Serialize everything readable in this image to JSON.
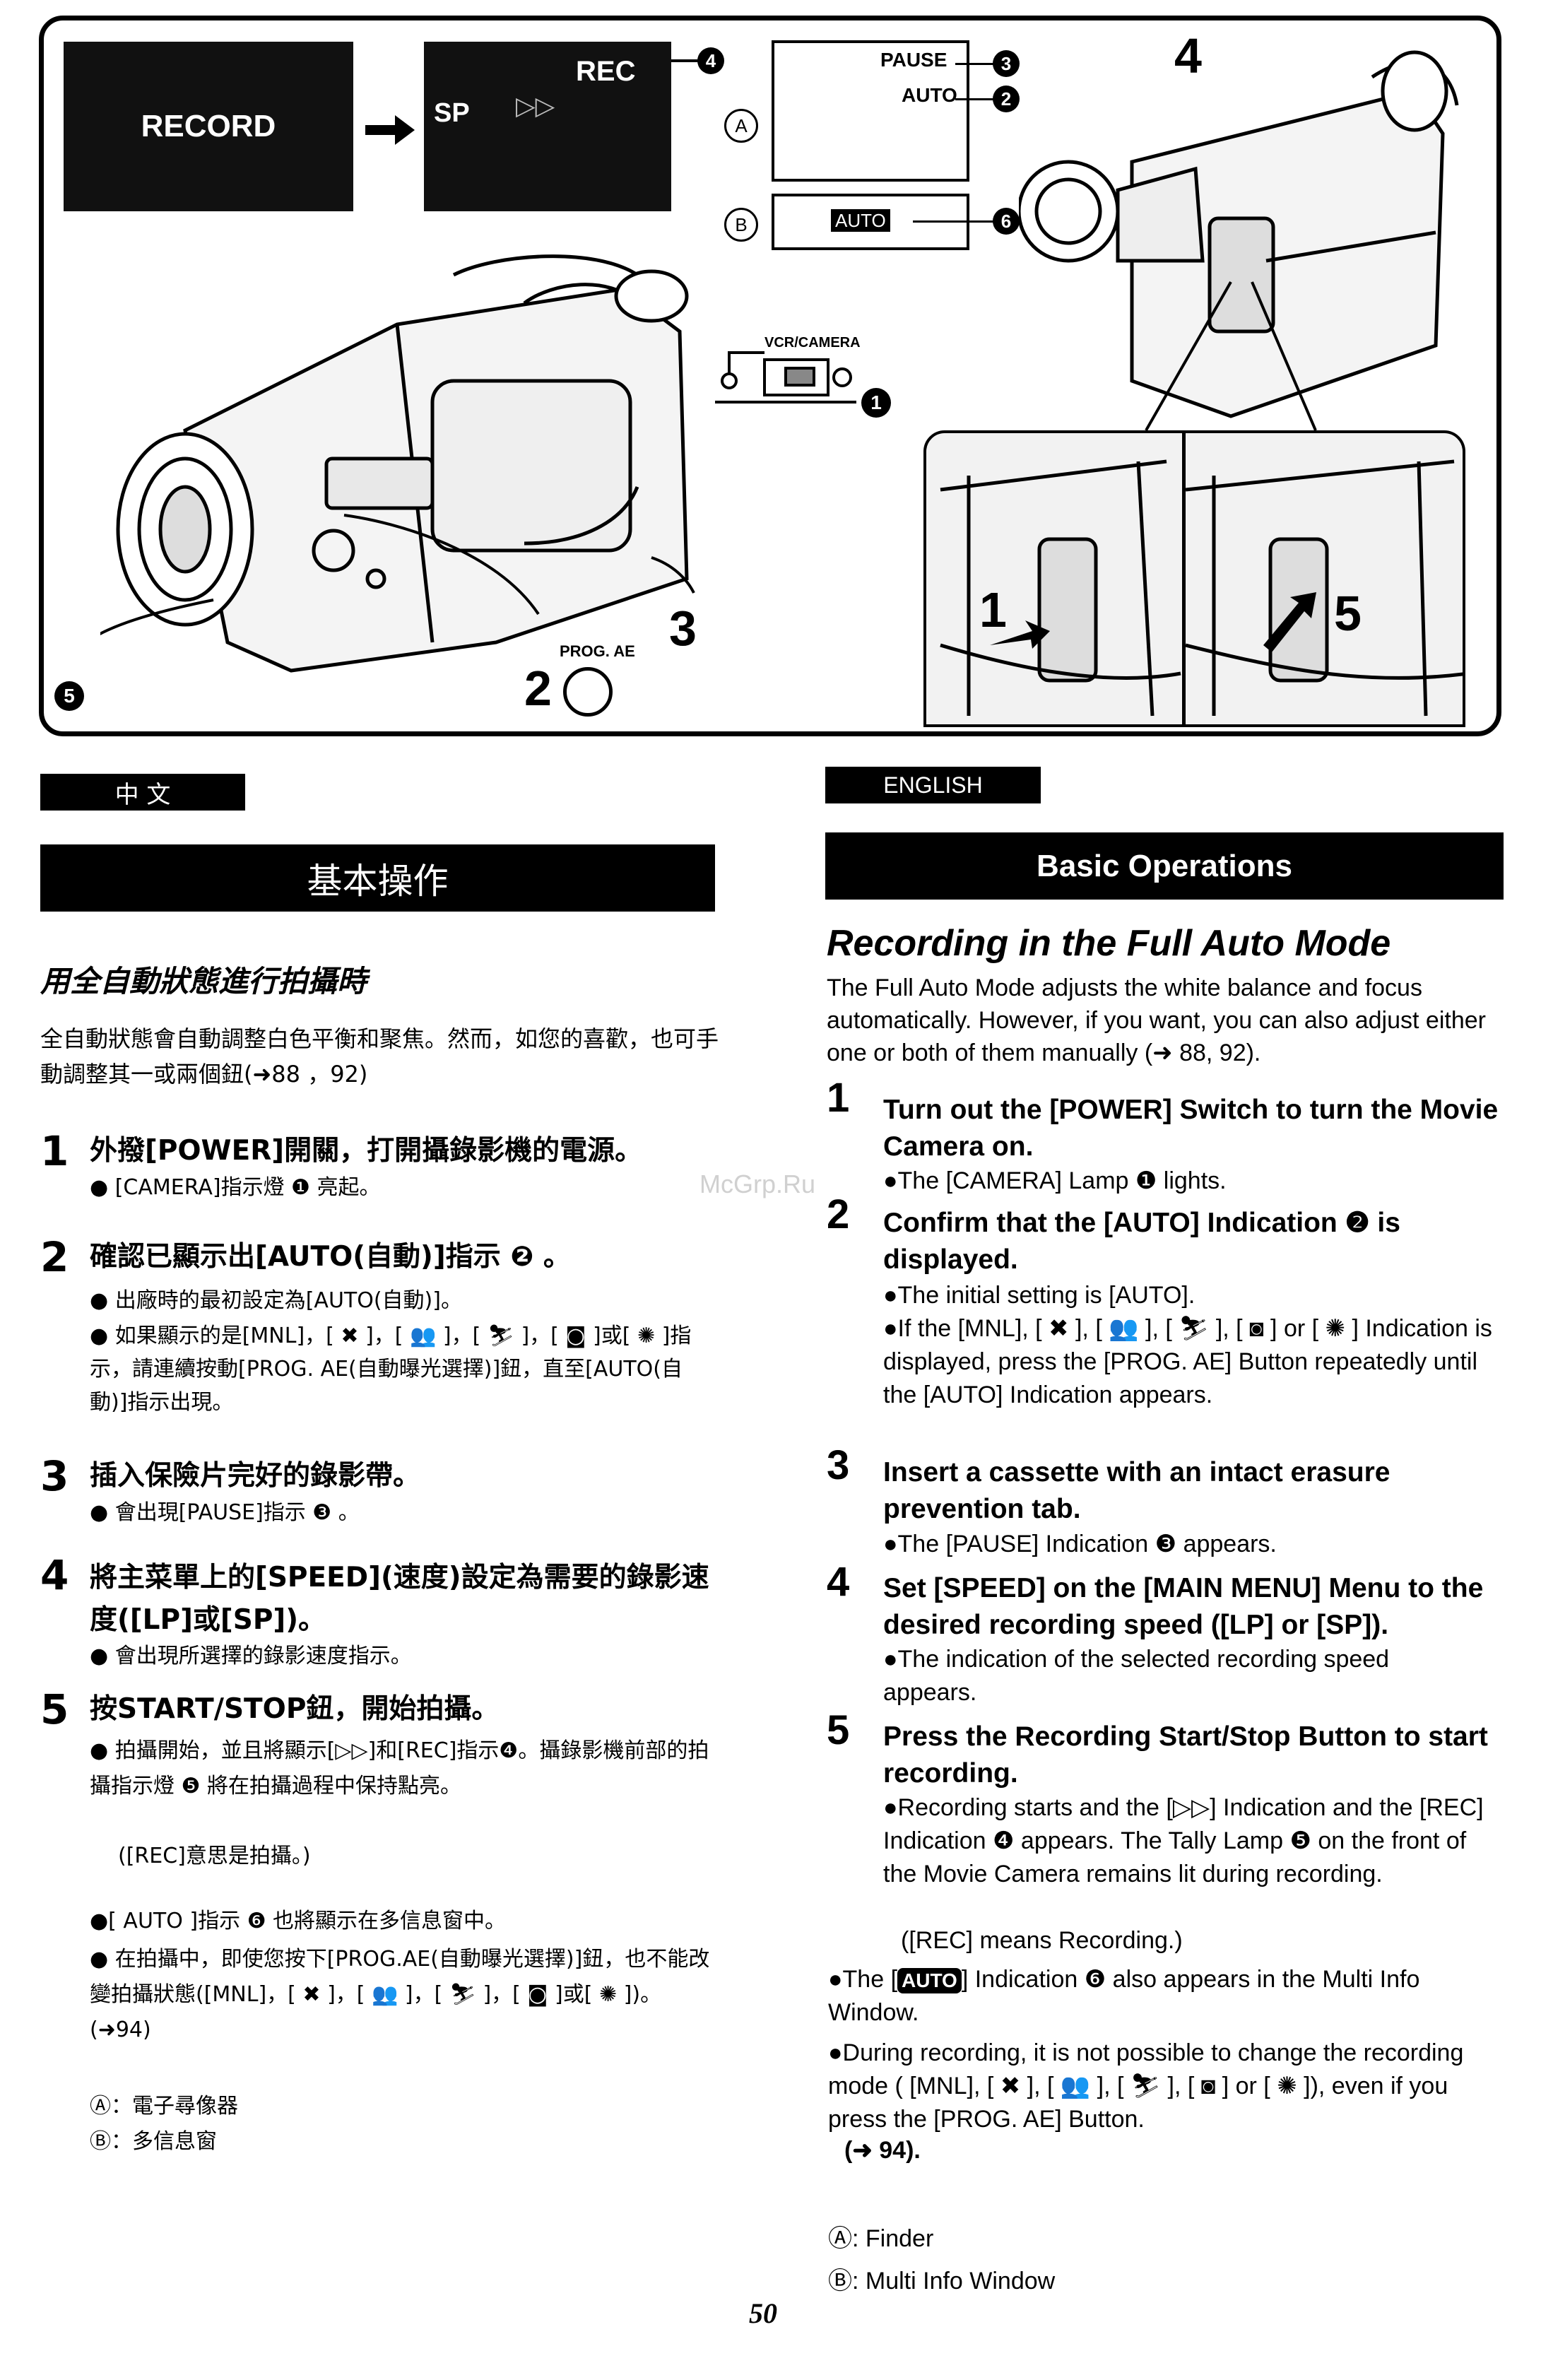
{
  "figure": {
    "screen1_text": "RECORD",
    "screen2_sp": "SP",
    "screen2_rec": "REC",
    "pause_label": "PAUSE",
    "auto_label": "AUTO",
    "auto_badge": "AUTO",
    "label_a": "A",
    "label_b": "B",
    "vcr_camera": "VCR/CAMERA",
    "prog_ae": "PROG. AE",
    "num1": "1",
    "num2": "2",
    "num3": "3",
    "num4": "4",
    "num5": "5",
    "num6": "6",
    "big2": "2",
    "big3": "3",
    "big4": "4",
    "big1": "1",
    "big5": "5"
  },
  "zh": {
    "lang_tag": "中 文",
    "section_title": "基本操作",
    "heading": "用全自動狀態進行拍攝時",
    "intro": "全自動狀態會自動調整白色平衡和聚焦。然而，如您的喜歡，也可手動調整其一或兩個鈕(➜88 ，92)",
    "steps": [
      {
        "n": "1",
        "title": "外撥[POWER]開關，打開攝錄影機的電源。",
        "bullets": [
          "● [CAMERA]指示燈 ❶ 亮起。"
        ]
      },
      {
        "n": "2",
        "title": "確認已顯示出[AUTO(自動)]指示 ❷ 。",
        "bullets": [
          "● 出廠時的最初設定為[AUTO(自動)]。",
          "● 如果顯示的是[MNL]，[ ✖ ]，[ 👥 ]，[ ⛷ ]，[ ◙ ]或[ ✺ ]指示，請連續按動[PROG. AE(自動曝光選擇)]鈕，直至[AUTO(自動)]指示出現。"
        ]
      },
      {
        "n": "3",
        "title": "插入保險片完好的錄影帶。",
        "bullets": [
          "● 會出現[PAUSE]指示 ❸ 。"
        ]
      },
      {
        "n": "4",
        "title": "將主菜單上的[SPEED](速度)設定為需要的錄影速度([LP]或[SP])。",
        "bullets": [
          "● 會出現所選擇的錄影速度指示。"
        ]
      },
      {
        "n": "5",
        "title": "按START/STOP鈕，開始拍攝。",
        "bullets": [
          "● 拍攝開始，並且將顯示[▷▷]和[REC]指示❹。攝錄影機前部的拍攝指示燈 ❺ 將在拍攝過程中保持點亮。",
          "([REC]意思是拍攝。)"
        ]
      }
    ],
    "extra_bullets": [
      "●[ AUTO ]指示 ❻ 也將顯示在多信息窗中。",
      "● 在拍攝中，即使您按下[PROG.AE(自動曝光選擇)]鈕，也不能改變拍攝狀態([MNL]，[ ✖ ]，[ 👥 ]，[ ⛷ ]，[ ◙ ]或[ ✺ ])。(➜94)"
    ],
    "legend_a": "Ⓐ：電子尋像器",
    "legend_b": "Ⓑ：多信息窗"
  },
  "en": {
    "lang_tag": "ENGLISH",
    "section_title": "Basic Operations",
    "heading": "Recording in the Full Auto Mode",
    "intro": "The Full Auto Mode adjusts the white balance and focus automatically. However, if you want, you can also adjust either one or both of them manually (➜ 88, 92).",
    "watermark": "McGrp.Ru",
    "s1_title": "Turn out the [POWER] Switch to turn the Movie Camera on.",
    "s1_b1": "●The [CAMERA] Lamp ❶ lights.",
    "s2_title": "Confirm that the [AUTO] Indication ❷ is displayed.",
    "s2_b1": "●The initial setting is [AUTO].",
    "s2_b2": "●If the [MNL], [ ✖ ], [ 👥 ], [ ⛷ ], [ ◙ ] or [ ✺ ] Indication is displayed, press the [PROG. AE] Button repeatedly until the [AUTO] Indication appears.",
    "s3_title": "Insert a cassette with an intact erasure prevention tab.",
    "s3_b1": "●The [PAUSE] Indication ❸ appears.",
    "s4_title": "Set [SPEED] on the [MAIN MENU] Menu to the desired recording speed ([LP] or [SP]).",
    "s4_b1": "●The indication of the selected recording speed appears.",
    "s5_title": "Press the Recording Start/Stop Button to start recording.",
    "s5_b1": "●Recording starts and the [▷▷] Indication and the [REC] Indication ❹ appears. The Tally Lamp ❺ on the front of the Movie Camera remains lit during recording.",
    "s5_b2": "([REC] means Recording.)",
    "x1_pre": "●The [",
    "x1_badge": "AUTO",
    "x1_post": "] Indication ❻ also appears in the Multi Info Window.",
    "x2": "●During recording, it is not possible to change the recording mode ( [MNL], [ ✖ ], [ 👥 ], [ ⛷ ], [ ◙ ] or [ ✺ ]), even if you press the [PROG. AE] Button.",
    "x2_ref": "(➜ 94).",
    "legend_a": "Ⓐ:  Finder",
    "legend_b": "Ⓑ:  Multi Info Window"
  },
  "page_number": "50"
}
